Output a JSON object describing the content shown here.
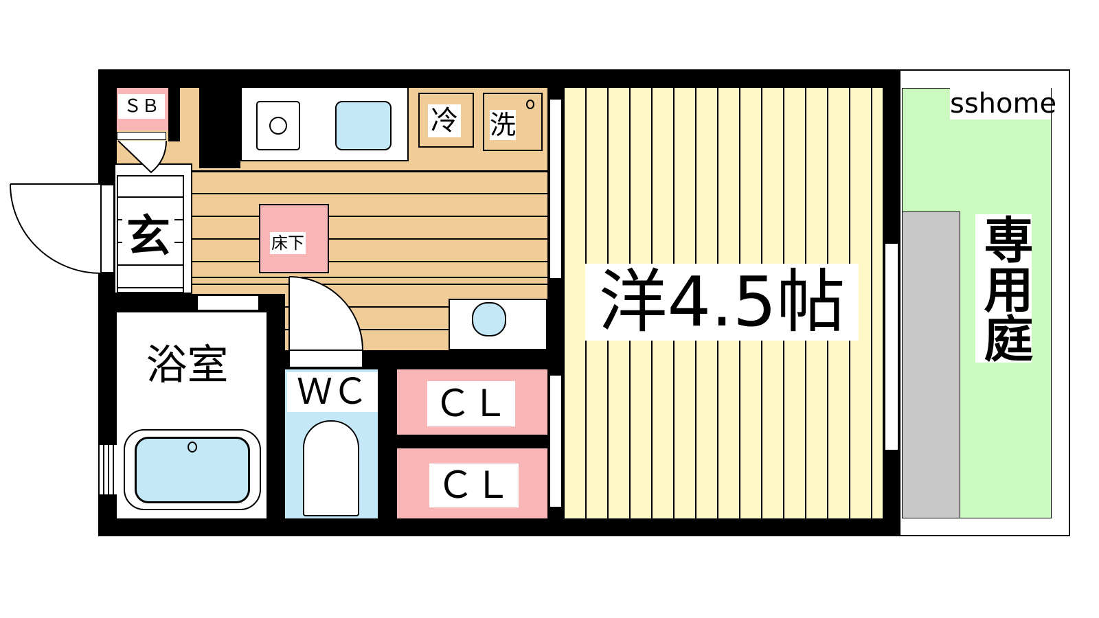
{
  "labels": {
    "sb": "ＳＢ",
    "genkan": "玄",
    "fridge": "冷",
    "washer": "洗",
    "underfloor": "床下",
    "bath": "浴室",
    "wc": "ＷＣ",
    "cl1": "ＣＬ",
    "cl2": "ＣＬ",
    "western": "洋4.5帖",
    "garden": "専用庭",
    "watermark": "sshome"
  },
  "colors": {
    "kitchen": "#f0cc98",
    "room": "#fff9c8",
    "pink": "#f8b6b6",
    "blue": "#c4e8f8",
    "green": "#ccf9c0",
    "grey": "#c8c8c8",
    "tile": "#d0d0d0"
  }
}
